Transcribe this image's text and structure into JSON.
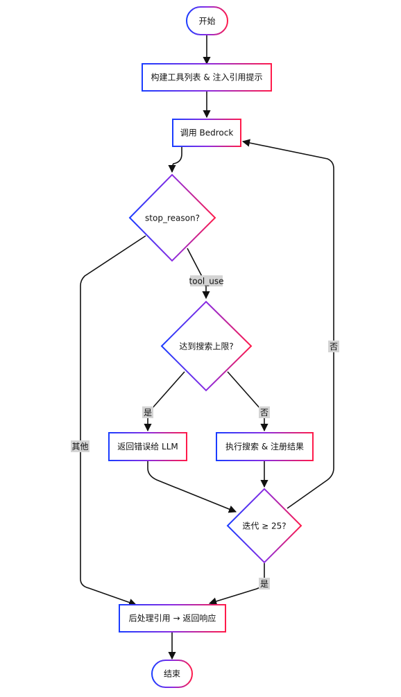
{
  "diagram": {
    "nodes": {
      "start": "开始",
      "build_tools": "构建工具列表 & 注入引用提示",
      "call_bedrock": "调用 Bedrock",
      "stop_reason": "stop_reason?",
      "search_limit": "达到搜索上限?",
      "return_error": "返回错误给 LLM",
      "execute_search": "执行搜索 & 注册结果",
      "iteration_check": "迭代 ≥ 25?",
      "post_process": "后处理引用 → 返回响应",
      "end": "结束"
    },
    "edge_labels": {
      "tool_use": "tool_use",
      "other": "其他",
      "yes_limit": "是",
      "no_limit": "否",
      "no_iter": "否",
      "yes_iter": "是"
    },
    "colors": {
      "gradient_start": "#1a3cff",
      "gradient_mid": "#8a2be2",
      "gradient_end": "#ff1a4a",
      "edge": "#111111",
      "edge_label_bg": "#d4d4d4"
    }
  }
}
